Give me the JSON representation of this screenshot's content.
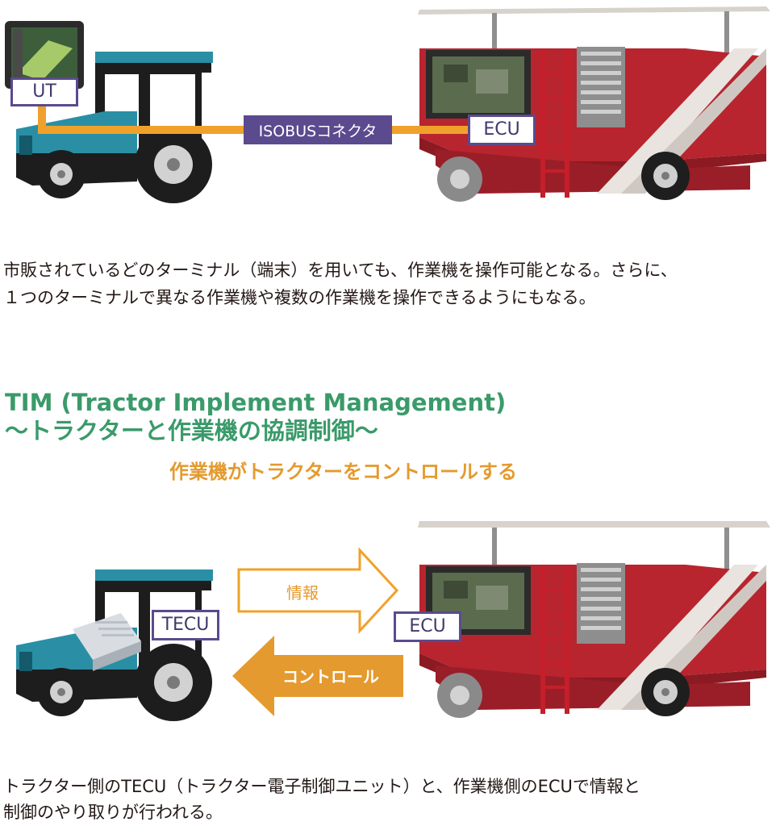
{
  "top_diagram": {
    "ut_label": "UT",
    "ecu_label": "ECU",
    "connector_label": "ISOBUSコネクタ"
  },
  "description_1": {
    "line1": "市販されているどのターミナル（端末）を用いても、作業機を操作可能となる。さらに、",
    "line2": "１つのターミナルで異なる作業機や複数の作業機を操作できるようにもなる。"
  },
  "tim_section": {
    "title_line1": "TIM (Tractor Implement Management)",
    "title_line2": "〜トラクターと作業機の協調制御〜",
    "subtitle": "作業機がトラクターをコントロールする"
  },
  "bottom_diagram": {
    "tecu_label": "TECU",
    "ecu_label": "ECU",
    "info_arrow_label": "情報",
    "control_arrow_label": "コントロール"
  },
  "description_2": {
    "line1": "トラクター側のTECU（トラクター電子制御ユニット）と、作業機側のECUで情報と",
    "line2": "制御のやり取りが行われる。"
  },
  "colors": {
    "tractor_teal": "#2a8fa5",
    "implement_red": "#b8252f",
    "connector_orange": "#f0a12b",
    "label_purple": "#5b4a8e",
    "title_green": "#3a9a6a",
    "subtitle_orange": "#e49a2e"
  }
}
